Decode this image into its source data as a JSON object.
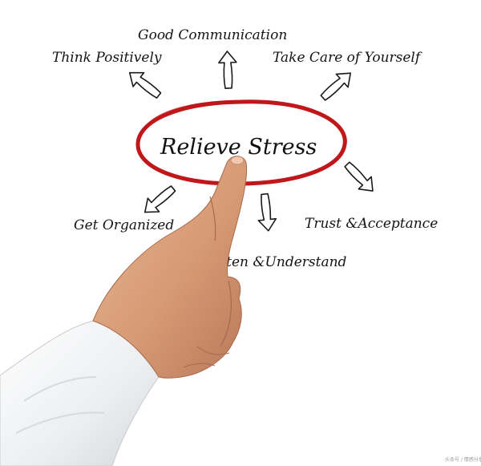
{
  "diagram": {
    "center": "Relieve  Stress",
    "branches": {
      "top": "Good Communication",
      "top_left": "Think Positively",
      "top_right": "Take Care of Yourself",
      "bottom_left": "Get Organized",
      "bottom_right": "Trust &Acceptance",
      "bottom": "isten &Understand"
    }
  },
  "watermark": "头条号 / 情感分享",
  "colors": {
    "ring": "#c0171b",
    "skin": "#d9a07a",
    "sleeve": "#f2f2f4"
  }
}
